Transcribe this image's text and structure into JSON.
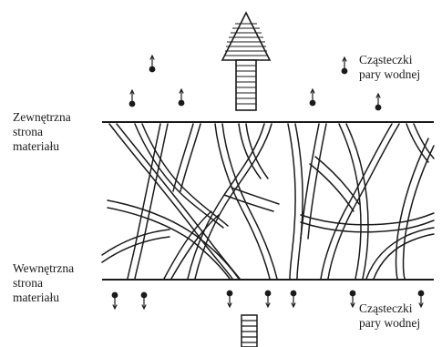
{
  "labels": {
    "outer_side": [
      "Zewnętrzna",
      "strona",
      "materiału"
    ],
    "inner_side": [
      "Wewnętrzna",
      "strona",
      "materiału"
    ],
    "molecules_top": [
      "Cząsteczki",
      "pary wodnej"
    ],
    "molecules_bottom": [
      "Cząsteczki",
      "pary wodnej"
    ]
  },
  "colors": {
    "ink": "#1a1a1a",
    "background": "#ffffff"
  },
  "icons": {
    "upward_flow": "large-up-arrow-icon",
    "small_flow": "small-stacked-bars-icon",
    "molecule": "water-vapor-molecule-icon"
  }
}
